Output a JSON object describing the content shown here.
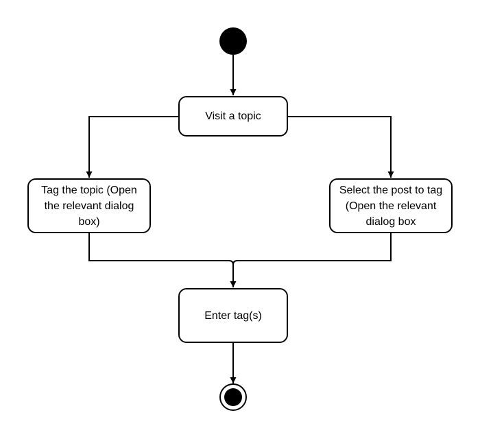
{
  "diagram": {
    "type": "uml-activity",
    "nodes": {
      "visit_topic": "Visit a topic",
      "tag_topic": "Tag the topic (Open the relevant dialog box)",
      "select_post": "Select the post to tag (Open the relevant dialog box",
      "enter_tags": "Enter tag(s)"
    },
    "edges": [
      {
        "from": "start",
        "to": "visit_topic"
      },
      {
        "from": "visit_topic",
        "to": "tag_topic"
      },
      {
        "from": "visit_topic",
        "to": "select_post"
      },
      {
        "from": "tag_topic",
        "to": "enter_tags"
      },
      {
        "from": "select_post",
        "to": "enter_tags"
      },
      {
        "from": "enter_tags",
        "to": "end"
      }
    ],
    "colors": {
      "stroke": "#000000",
      "fill": "#ffffff"
    }
  }
}
